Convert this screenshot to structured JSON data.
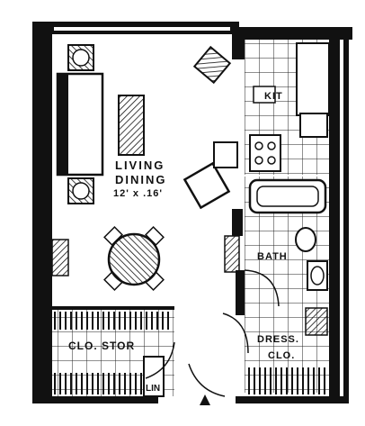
{
  "rooms": {
    "living": {
      "line1": "LIVING",
      "line2": "DINING",
      "size": "12' x .16'"
    },
    "kitchen": {
      "label": "KIT"
    },
    "bath": {
      "label": "BATH"
    },
    "dressing": {
      "line1": "DRESS.",
      "line2": "CLO."
    },
    "storage": {
      "label": "CLO. STOR"
    },
    "linen": {
      "label": "LIN"
    }
  },
  "colors": {
    "ink": "#111111",
    "paper": "#ffffff"
  }
}
